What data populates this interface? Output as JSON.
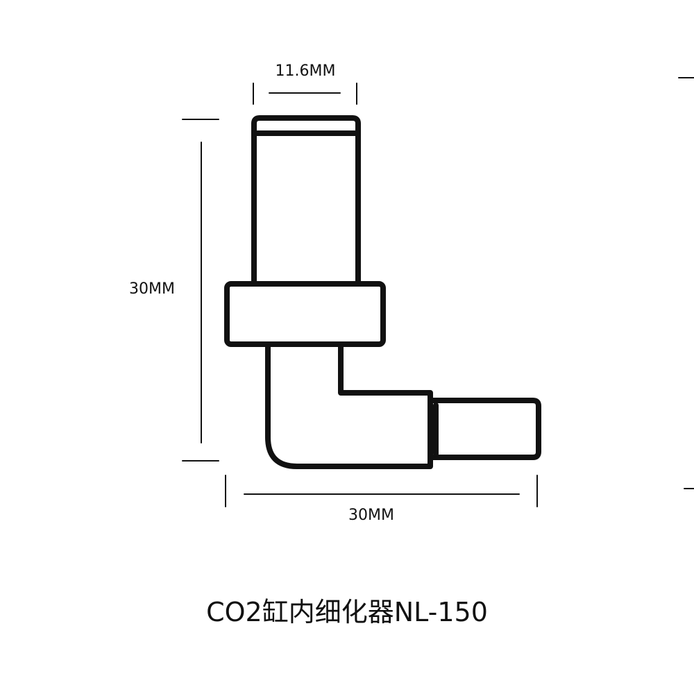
{
  "diagram": {
    "dimensions": {
      "top_width": "11.6MM",
      "height": "30MM",
      "bottom_width": "30MM"
    },
    "caption": "CO2缸内细化器NL-150"
  },
  "colors": {
    "stroke": "#111111",
    "background": "#ffffff"
  }
}
